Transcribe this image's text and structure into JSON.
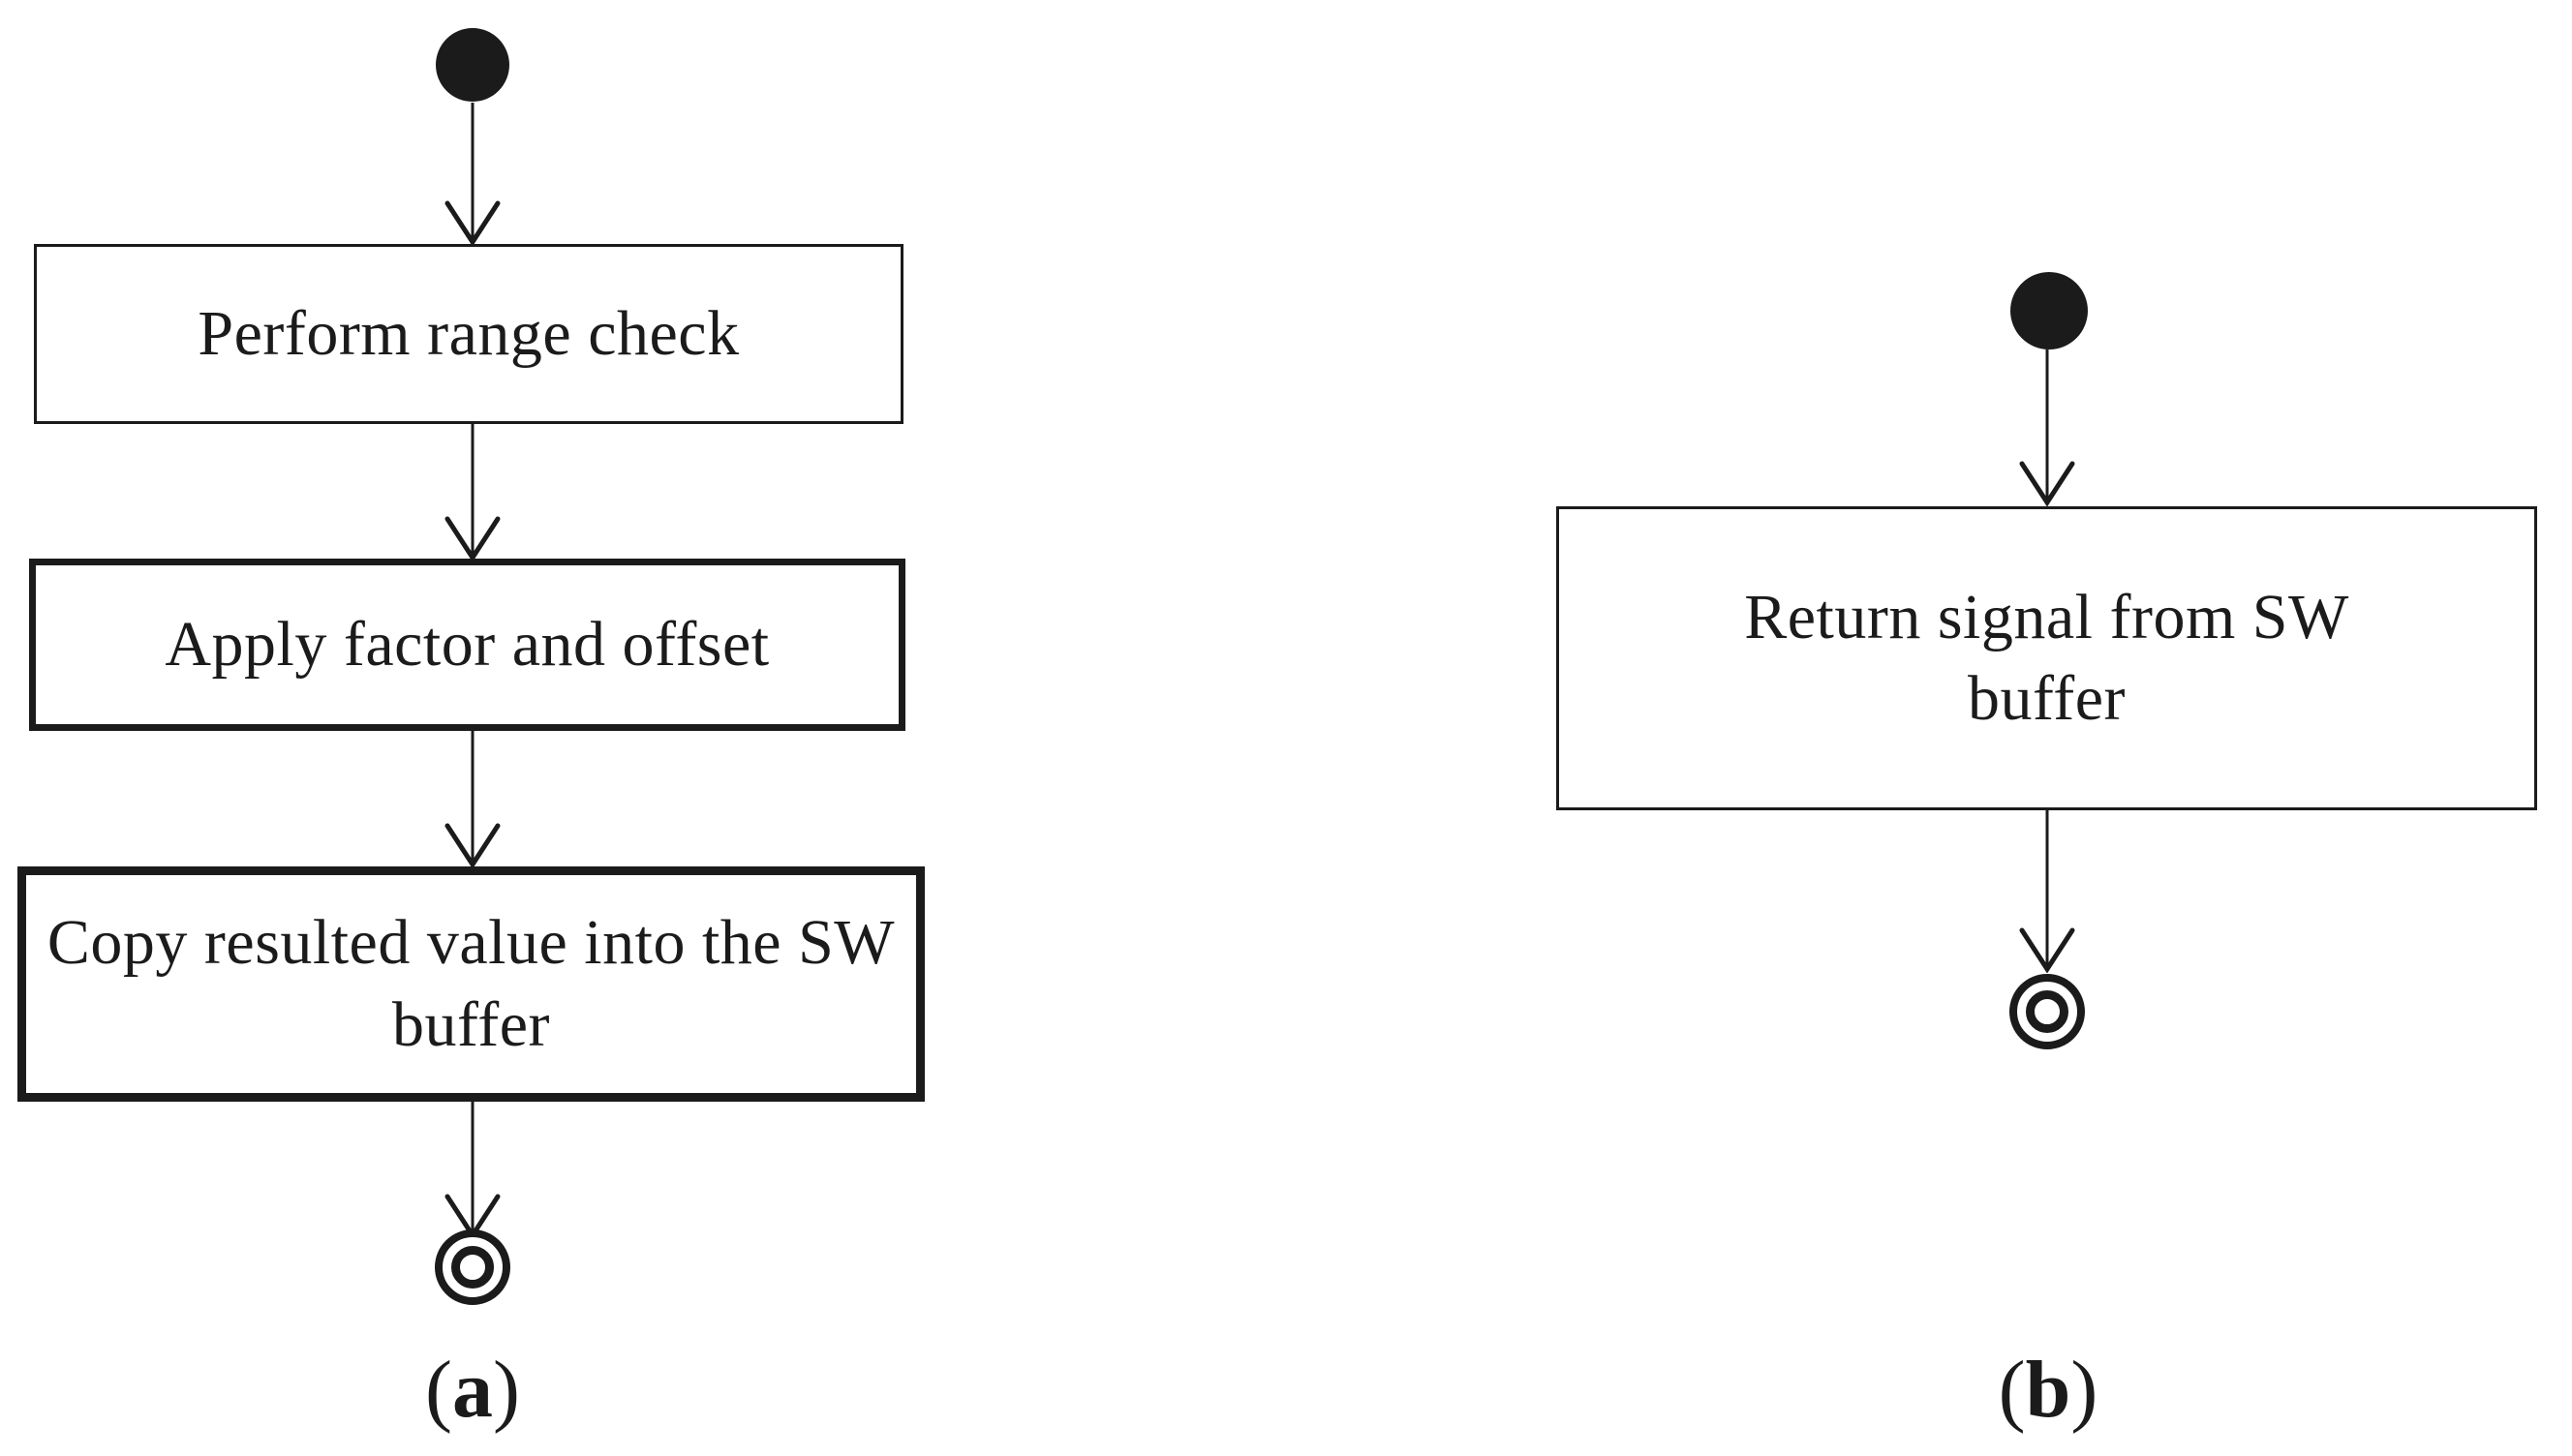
{
  "colors": {
    "ink": "#1b1b1b",
    "paper": "#ffffff"
  },
  "diagram_a": {
    "caption": {
      "open": "(",
      "letter": "a",
      "close": ")"
    },
    "nodes": [
      {
        "label": "Perform range check"
      },
      {
        "label": "Apply factor and offset"
      },
      {
        "label": "Copy resulted value into the SW buffer"
      }
    ]
  },
  "diagram_b": {
    "caption": {
      "open": "(",
      "letter": "b",
      "close": ")"
    },
    "nodes": [
      {
        "label": "Return signal from SW buffer"
      }
    ]
  }
}
